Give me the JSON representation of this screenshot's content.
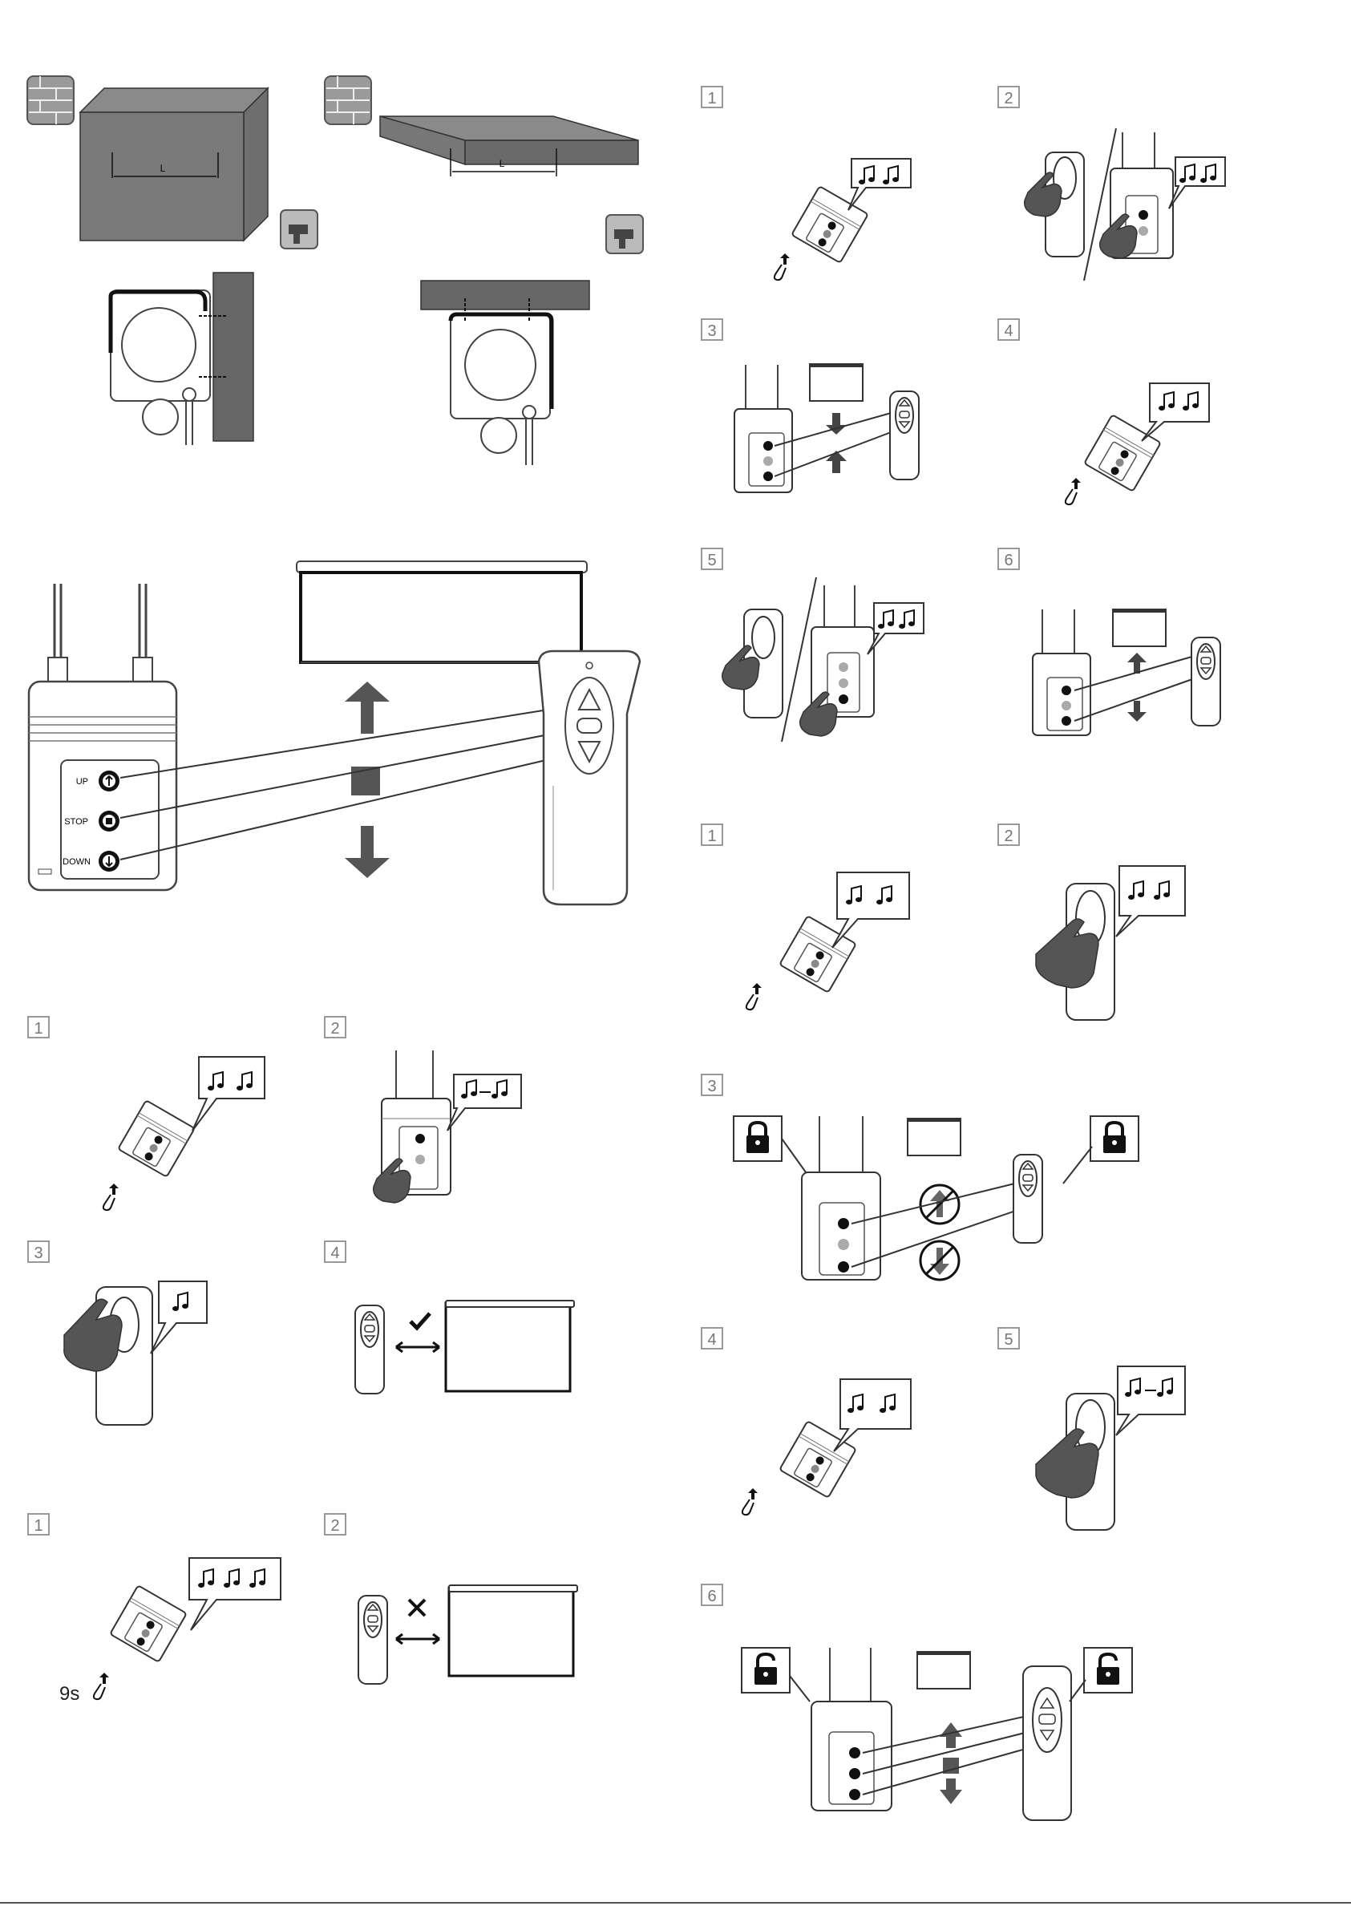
{
  "document": {
    "install": {
      "dimension_label": "L"
    },
    "controller_labels": {
      "up": "UP",
      "stop": "STOP",
      "down": "DOWN"
    },
    "delete_section": {
      "hold_time": "9s"
    },
    "steps": {
      "one": "1",
      "two": "2",
      "three": "3",
      "four": "4",
      "five": "5",
      "six": "6"
    }
  },
  "icons": [
    "brick-wall-icon",
    "drill-icon",
    "music-note-icon",
    "hand-press-icon",
    "padlock-closed-icon",
    "padlock-open-icon",
    "check-icon",
    "cross-icon",
    "arrow-up-icon",
    "arrow-down-icon",
    "stop-square-icon",
    "paperclip-icon"
  ]
}
